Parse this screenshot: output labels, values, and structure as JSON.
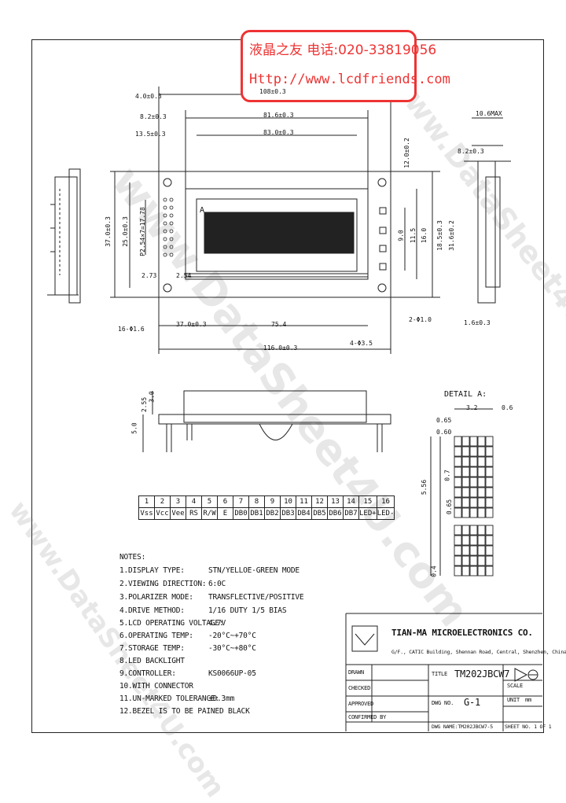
{
  "stamp": {
    "line1": "液晶之友 电话:020-33819056",
    "line2": "Http://www.lcdfriends.com"
  },
  "watermarks": [
    "www.DataSheet4U.com",
    "www.DataSheet4U.com",
    "www.DataSheet4U.com"
  ],
  "dims_top": [
    "4.0±0.3",
    "8.2±0.3",
    "13.5±0.3",
    "108±0.3",
    "81.6±0.3",
    "83.0±0.3",
    "12.0±0.2",
    "10.6MAX",
    "8.2±0.3"
  ],
  "dims_left": [
    "37.0±0.3",
    "25.0±0.3",
    "P2.54×7=17.78",
    "2.73",
    "2.54",
    "16-Φ1.6"
  ],
  "dims_bottom": [
    "37.0±0.3",
    "75.4",
    "116.0±0.3",
    "4-Φ3.5",
    "2-Φ1.0",
    "1.6±0.3"
  ],
  "dims_right": [
    "9.0",
    "11.5",
    "16.0",
    "18.5±0.3",
    "31.6±0.2"
  ],
  "dims_side": [
    "2.55",
    "5.0",
    "3.0"
  ],
  "detail": {
    "title": "DETAIL A:",
    "d1": "3.2",
    "d2": "0.6",
    "d3": "0.65",
    "d4": "0.60",
    "d5": "5.56",
    "d6": "0.7",
    "d7": "0.65",
    "d8": "0.4"
  },
  "pins": {
    "numbers": [
      "1",
      "2",
      "3",
      "4",
      "5",
      "6",
      "7",
      "8",
      "9",
      "10",
      "11",
      "12",
      "13",
      "14",
      "15",
      "16"
    ],
    "names": [
      "Vss",
      "Vcc",
      "Vee",
      "RS",
      "R/W",
      "E",
      "DB0",
      "DB1",
      "DB2",
      "DB3",
      "DB4",
      "DB5",
      "DB6",
      "DB7",
      "LED+",
      "LED-"
    ]
  },
  "notes": {
    "heading": "NOTES:",
    "items": [
      {
        "label": "1.DISPLAY TYPE:",
        "value": "STN/YELLOE-GREEN MODE"
      },
      {
        "label": "2.VIEWING DIRECTION:",
        "value": "6:0C"
      },
      {
        "label": "3.POLARIZER MODE:",
        "value": "TRANSFLECTIVE/POSITIVE"
      },
      {
        "label": "4.DRIVE METHOD:",
        "value": "1/16 DUTY 1/5 BIAS"
      },
      {
        "label": "5.LCD OPERATING VOLTAGE:",
        "value": "4.7V"
      },
      {
        "label": "6.OPERATING TEMP:",
        "value": "-20°C~+70°C"
      },
      {
        "label": "7.STORAGE TEMP:",
        "value": "-30°C~+80°C"
      },
      {
        "label": "8.LED BACKLIGHT",
        "value": ""
      },
      {
        "label": "9.CONTROLLER:",
        "value": "KS0066UP-05"
      },
      {
        "label": "10.WITH CONNECTOR",
        "value": ""
      },
      {
        "label": "11.UN-MARKED TOLERANCE:",
        "value": "±0.3mm"
      },
      {
        "label": "12.BEZEL IS TO BE PAINED BLACK",
        "value": ""
      }
    ]
  },
  "title_block": {
    "company": "TIAN-MA MICROELECTRONICS CO.",
    "address": "G/F., CATIC Building, Shennan Road, Central, Shenzhen, China",
    "drawn": "DRAWN",
    "checked": "CHECKED",
    "approved": "APPROVED",
    "confirmed": "CONFIRMED BY",
    "title_label": "TITLE",
    "title": "TM202JBCW7",
    "dwg_no_label": "DWG NO.",
    "dwg_no": "G-1",
    "scale": "SCALE",
    "unit": "UNIT",
    "unit_value": "mm",
    "dwg_name": "DWG NAME:TM202JBCW7-5",
    "sheet": "SHEET NO. 1 OF 1"
  },
  "lcd_label": "A"
}
